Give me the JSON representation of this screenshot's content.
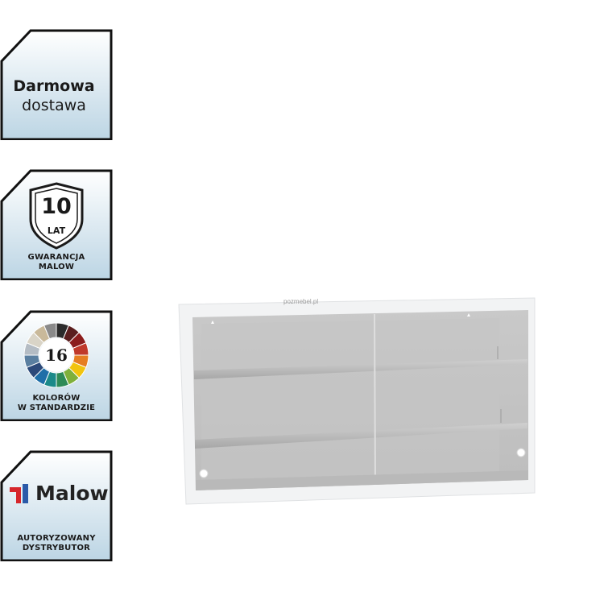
{
  "badges": {
    "delivery": {
      "line1": "Darmowa",
      "line2": "dostawa"
    },
    "warranty": {
      "number": "10",
      "unit": "LAT",
      "line1": "GWARANCJA",
      "line2": "MALOW"
    },
    "colors": {
      "number": "16",
      "line1": "KOLORÓW",
      "line2": "W STANDARDZIE",
      "swatches": [
        "#2b2b2b",
        "#5a1e1e",
        "#8b1d1d",
        "#c0392b",
        "#e67e22",
        "#f1c40f",
        "#7fb03b",
        "#2e8b57",
        "#1b8a8a",
        "#1f6fa8",
        "#2c4a7a",
        "#5a7fa0",
        "#b4bcc4",
        "#d9d4c7",
        "#c9b99a",
        "#8a8a8a"
      ]
    },
    "dealer": {
      "brand": "Malow",
      "line1": "AUTORYZOWANY",
      "line2": "DYSTRYBUTOR",
      "logo_colors": [
        "#d6262b",
        "#2b5aa8"
      ]
    }
  },
  "product": {
    "watermark": "pozmebel.pl"
  },
  "theme": {
    "badge_border": "#111111",
    "badge_fill_top": "#ffffff",
    "badge_fill_bottom": "#bcd5e4",
    "cabinet_frame": "#f2f3f4"
  }
}
